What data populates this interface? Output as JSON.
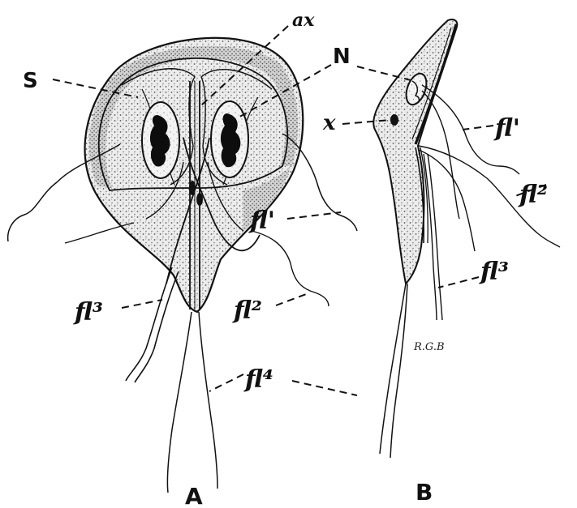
{
  "figure": {
    "panel_a_caption": "A",
    "panel_b_caption": "B",
    "artist_mark": "R.G.B"
  },
  "labels": {
    "s": "S",
    "ax": "ax",
    "n": "N",
    "x": "x",
    "fl1": "fl'",
    "fl2": "fl²",
    "fl3": "fl³",
    "fl4": "fl⁴"
  },
  "colors": {
    "ink": "#111111",
    "stipple": "#555555",
    "body_fill": "#e9e9e9",
    "nucleus_dark": "#0d0d0d"
  }
}
